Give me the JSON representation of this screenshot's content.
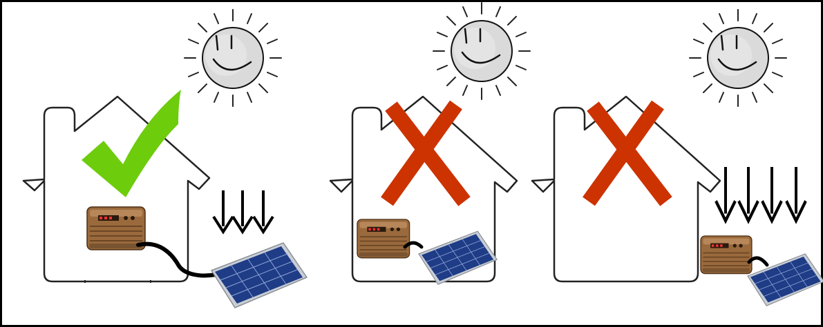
{
  "diagram": {
    "panels": [
      {
        "id": "panel-1",
        "verdict": "correct",
        "verdict_symbol": "check-mark-icon",
        "sun": "smiling-sun-icon",
        "battery": "battery-box-icon",
        "solar_panel": "solar-panel-icon",
        "panel_location": "outside-in-sun",
        "sunlight_arrows": 3,
        "battery_location": "inside-house"
      },
      {
        "id": "panel-2",
        "verdict": "incorrect",
        "verdict_symbol": "cross-mark-icon",
        "sun": "smiling-sun-icon",
        "battery": "battery-box-icon",
        "solar_panel": "solar-panel-icon",
        "panel_location": "inside-house",
        "sunlight_arrows": 0,
        "battery_location": "inside-house"
      },
      {
        "id": "panel-3",
        "verdict": "incorrect",
        "verdict_symbol": "cross-mark-icon",
        "sun": "smiling-sun-icon",
        "battery": "battery-box-icon",
        "solar_panel": "solar-panel-icon",
        "panel_location": "outside-in-sun",
        "sunlight_arrows": 4,
        "battery_location": "outside-in-sun"
      }
    ],
    "colors": {
      "check": "#6dcc0c",
      "cross": "#cc3300",
      "outline": "#222222",
      "border": "#000000",
      "sun_fill": "#dadada",
      "battery_body": "#9a6a3c",
      "battery_dark": "#5a3a1e",
      "panel_cell": "#1f3c86",
      "panel_frame": "#c9ced6"
    }
  }
}
